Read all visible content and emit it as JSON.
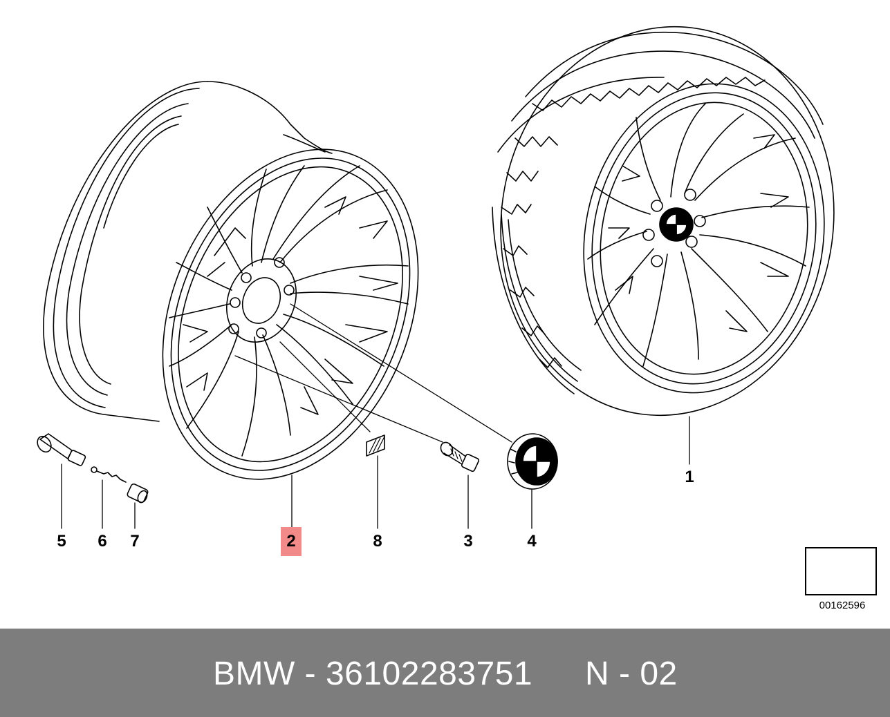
{
  "diagram": {
    "callouts": [
      {
        "id": "1",
        "label": "1"
      },
      {
        "id": "2",
        "label": "2"
      },
      {
        "id": "3",
        "label": "3"
      },
      {
        "id": "4",
        "label": "4"
      },
      {
        "id": "5",
        "label": "5"
      },
      {
        "id": "6",
        "label": "6"
      },
      {
        "id": "7",
        "label": "7"
      },
      {
        "id": "8",
        "label": "8"
      }
    ],
    "highlighted_callout": "2",
    "highlight_color": "#f28a8a",
    "reference_number": "00162596"
  },
  "footer": {
    "part_text": "BMW - 36102283751",
    "code_text": "N - 02",
    "background_color": "#7d7d7d",
    "text_color": "#ffffff"
  }
}
